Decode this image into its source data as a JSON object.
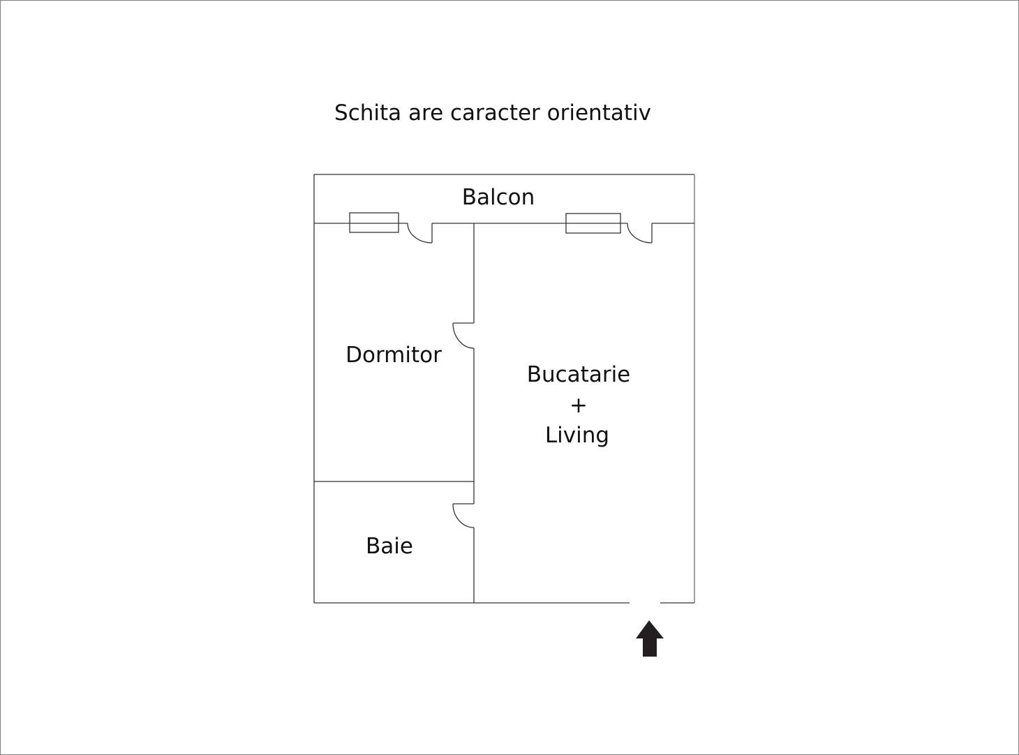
{
  "title": "Schita are caracter orientativ",
  "rooms": {
    "balcony": "Balcon",
    "bedroom": "Dormitor",
    "kitchen_living_line1": "Bucatarie",
    "kitchen_living_line2": "+",
    "kitchen_living_line3": "Living",
    "bathroom": "Baie"
  },
  "entrance": {
    "icon": "arrow-up-icon",
    "color": "#231f20"
  },
  "colors": {
    "wall": "#333333",
    "frame": "#808080",
    "text": "#111111"
  }
}
